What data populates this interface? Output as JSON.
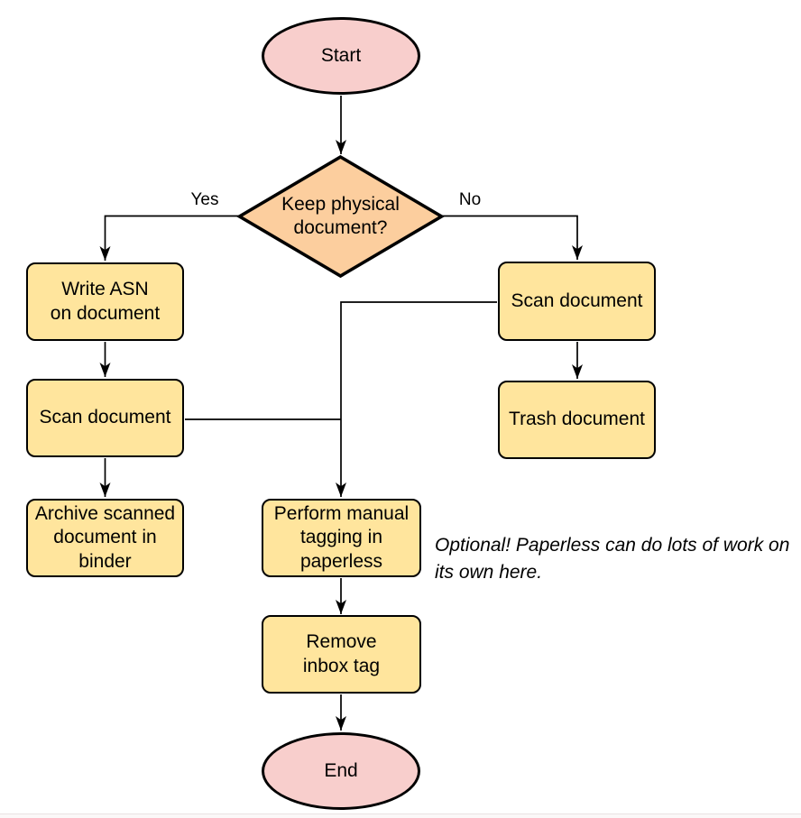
{
  "colors": {
    "terminal_fill": "#f8cecc",
    "decision_fill": "#fcce9e",
    "process_fill": "#ffe59d",
    "stroke": "#000000"
  },
  "nodes": {
    "start": {
      "label": "Start"
    },
    "decision": {
      "label": "Keep physical\ndocument?"
    },
    "write_asn": {
      "label": "Write ASN\non document"
    },
    "scan_left": {
      "label": "Scan document"
    },
    "archive": {
      "label": "Archive scanned\ndocument in\nbinder"
    },
    "scan_right": {
      "label": "Scan document"
    },
    "trash": {
      "label": "Trash document"
    },
    "tagging": {
      "label": "Perform manual\ntagging in\npaperless"
    },
    "remove_inbox": {
      "label": "Remove\ninbox tag"
    },
    "end": {
      "label": "End"
    }
  },
  "edge_labels": {
    "yes": "Yes",
    "no": "No"
  },
  "annotation": {
    "text": "Optional! Paperless can do lots of work on\nits own here."
  }
}
